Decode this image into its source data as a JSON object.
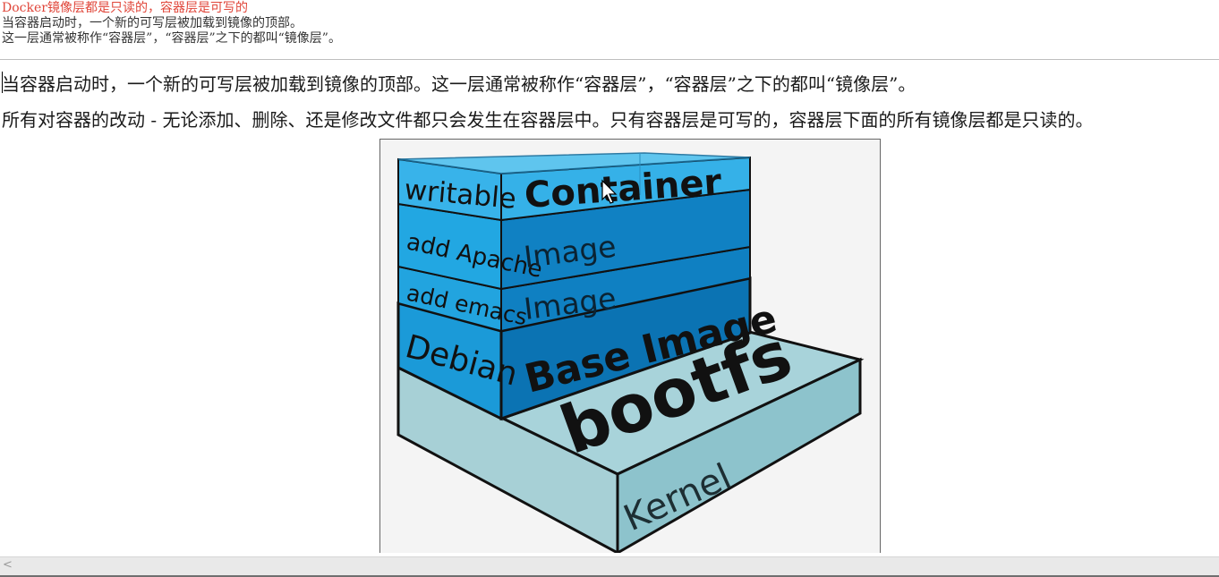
{
  "note": {
    "title": "Docker镜像层都是只读的，容器层是可写的",
    "line1": "当容器启动时，一个新的可写层被加载到镜像的顶部。",
    "line2": "这一层通常被称作“容器层”，“容器层”之下的都叫“镜像层”。"
  },
  "content": {
    "paragraph1": "当容器启动时，一个新的可写层被加载到镜像的顶部。这一层通常被称作“容器层”，“容器层”之下的都叫“镜像层”。",
    "paragraph2": "所有对容器的改动 - 无论添加、删除、还是修改文件都只会发生在容器层中。只有容器层是可写的，容器层下面的所有镜像层都是只读的。"
  },
  "figure": {
    "layers": {
      "writable_label": "writable",
      "container_label": "Container",
      "apache_label": "add Apache",
      "apache_image_label": "Image",
      "emacs_label": "add emacs",
      "emacs_image_label": "Image",
      "debian_label": "Debian",
      "base_image_label": "Base Image",
      "bootfs_label": "bootfs",
      "kernel_label": "Kernel"
    },
    "colors": {
      "container": "#35b1e8",
      "image_front": "#0e7fc0",
      "image_side": "#1b9ad8",
      "base_front": "#0b73b3",
      "bootfs_top": "#a8d3da",
      "bootfs_front": "#8cc4cd",
      "outline": "#111111"
    }
  },
  "scrollbar": {
    "left_arrow": "<"
  }
}
